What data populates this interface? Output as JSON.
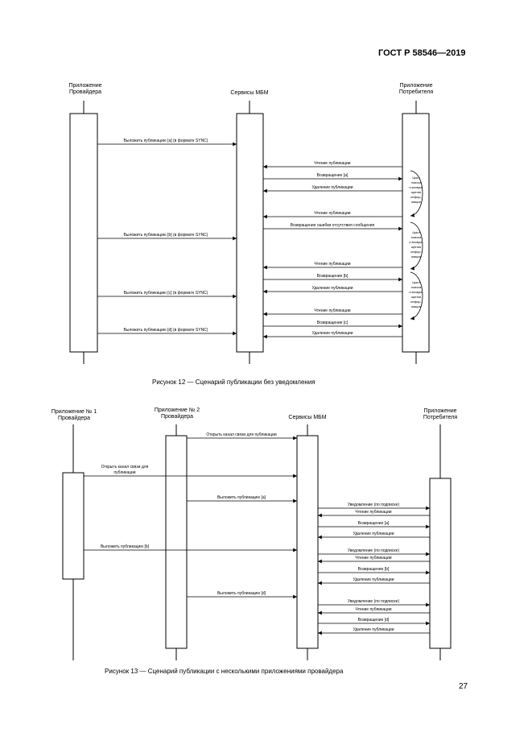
{
  "header": {
    "standard": "ГОСТ Р 58546—2019"
  },
  "figure12": {
    "caption": "Рисунок 12 — Сценарий публикации без уведомления",
    "lanes": {
      "provider": [
        "Приложение",
        "Провайдера"
      ],
      "mbm": [
        "Сервисы MБM"
      ],
      "consumer": [
        "Приложение",
        "Потребителя"
      ]
    },
    "messages": [
      "Выложить публикацию [a] (в формате SYNC)",
      "Чтение публикации",
      "Возвращение [a]",
      "Удаление публикации",
      "Чтение публикации",
      "Возвращение ошибки отсутствия сообщения",
      "Выложить публикацию [b] (в формате SYNC)",
      "Чтение публикации",
      "Возвращение [b]",
      "Удаление публикации",
      "Выложить публикацию [c] (в формате SYNC)",
      "Чтение публикации",
      "Возвращение [c]",
      "Удаление публикации",
      "Выложить публикацию [d] (в формате SYNC)"
    ],
    "loop_note": [
      "Цикл",
      "поиска",
      "и возвра-",
      "щения",
      "инфор-",
      "мации"
    ]
  },
  "figure13": {
    "caption": "Рисунок 13 — Сценарий публикации с несколькими приложениями провайдера",
    "lanes": {
      "provider1": [
        "Приложение № 1",
        "Провайдера"
      ],
      "provider2": [
        "Приложение № 2",
        "Провайдера"
      ],
      "mbm": [
        "Сервисы MБM"
      ],
      "consumer": [
        "Приложение",
        "Потребителя"
      ]
    },
    "messages": [
      "Открыть канал связи для публикации",
      "Открыть канал связи для",
      "публикации",
      "Выложить публикацию [a]",
      "Уведомление (по подписке)",
      "Чтение публикации",
      "Возвращение [a]",
      "Удаление публикации",
      "Выложить публикацию [b]",
      "Уведомление (по подписке)",
      "Чтение публикации",
      "Возвращение [b]",
      "Удаление публикации",
      "Выложить публикацию [d]",
      "Уведомление (по подписке)",
      "Чтение публикации",
      "Возвращение [d]",
      "Удаление публикации"
    ]
  },
  "page_number": "27"
}
